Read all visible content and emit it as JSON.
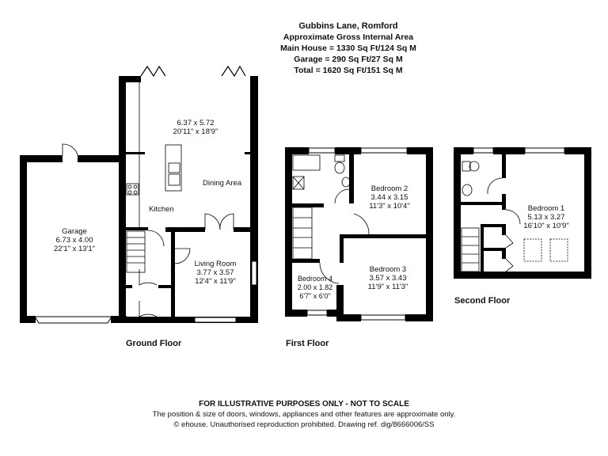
{
  "header": {
    "property": "Gubbins Lane, Romford",
    "area_title": "Approximate Gross Internal Area",
    "main_house": "Main House = 1330 Sq Ft/124 Sq M",
    "garage": "Garage = 290 Sq Ft/27 Sq M",
    "total": "Total = 1620 Sq Ft/151 Sq M"
  },
  "floors": {
    "ground": {
      "label": "Ground Floor",
      "rooms": {
        "kitchen_dining": {
          "metric": "6.37 x 5.72",
          "imperial": "20'11\" x 18'9\""
        },
        "kitchen": {
          "name": "Kitchen"
        },
        "dining": {
          "name": "Dining Area"
        },
        "living": {
          "name": "Living Room",
          "metric": "3.77 x 3.57",
          "imperial": "12'4\" x 11'9\""
        },
        "garage": {
          "name": "Garage",
          "metric": "6.73 x 4.00",
          "imperial": "22'1\" x 13'1\""
        }
      }
    },
    "first": {
      "label": "First Floor",
      "rooms": {
        "bedroom2": {
          "name": "Bedroom 2",
          "metric": "3.44 x 3.15",
          "imperial": "11'3\" x 10'4\""
        },
        "bedroom3": {
          "name": "Bedroom 3",
          "metric": "3.57 x 3.43",
          "imperial": "11'9\" x 11'3\""
        },
        "bedroom4": {
          "name": "Bedroom 4",
          "metric": "2.00 x 1.82",
          "imperial": "6'7\" x 6'0\""
        }
      }
    },
    "second": {
      "label": "Second Floor",
      "rooms": {
        "bedroom1": {
          "name": "Bedroom 1",
          "metric": "5.13 x 3.27",
          "imperial": "16'10\" x 10'9\""
        }
      }
    }
  },
  "footer": {
    "disclaimer": "FOR ILLUSTRATIVE PURPOSES ONLY - NOT TO SCALE",
    "note": "The position & size of doors, windows, appliances and other features are approximate only.",
    "copyright": "© ehouse. Unauthorised reproduction prohibited. Drawing ref. dig/8666006/SS"
  },
  "colors": {
    "wall": "#000000",
    "window": "#ffffff",
    "background": "#ffffff"
  }
}
